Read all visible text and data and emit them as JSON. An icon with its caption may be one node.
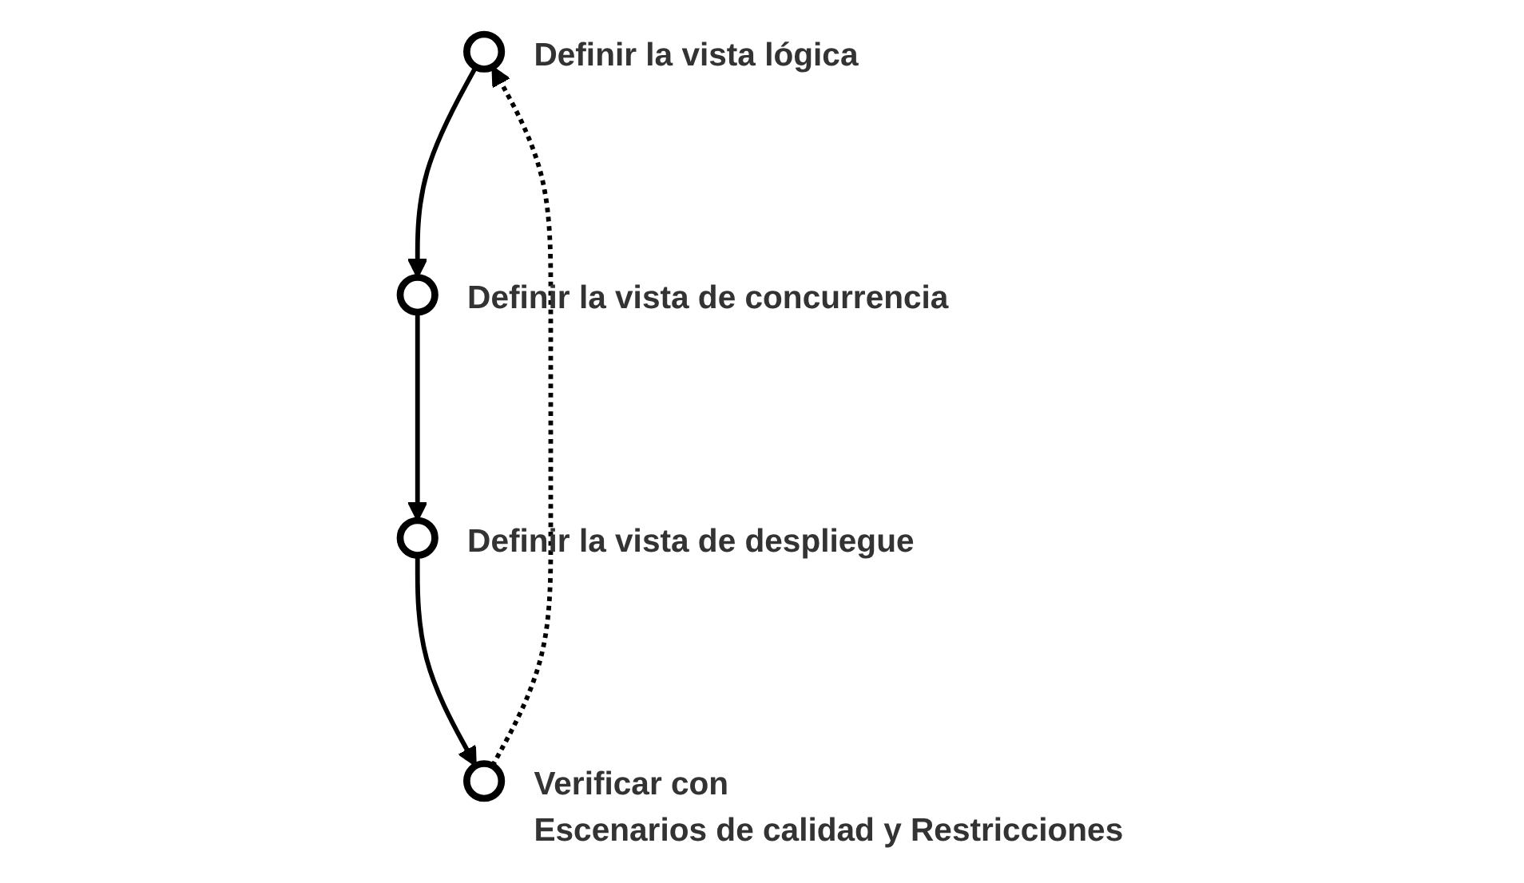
{
  "diagram": {
    "nodes": [
      {
        "text": [],
        "shape": "circle",
        "beside": [
          "Definir la vista lógica"
        ]
      },
      {
        "text": [],
        "shape": "circle",
        "beside": [
          "Definir la vista de concurrencia"
        ]
      },
      {
        "text": [],
        "shape": "circle",
        "beside": [
          "Definir la vista de despliegue"
        ]
      },
      {
        "text": [],
        "shape": "circle",
        "beside": [
          "Verificar con",
          "Escenarios de calidad y Restricciones"
        ]
      }
    ],
    "edges": [
      {
        "from": 0,
        "to": 1,
        "arrow": "to"
      },
      {
        "from": 1,
        "to": 2,
        "arrow": "to"
      },
      {
        "from": 2,
        "to": 3,
        "arrow": "to"
      },
      {
        "from": 3,
        "to": 0,
        "arrow": "to",
        "style": "dashed"
      }
    ]
  }
}
